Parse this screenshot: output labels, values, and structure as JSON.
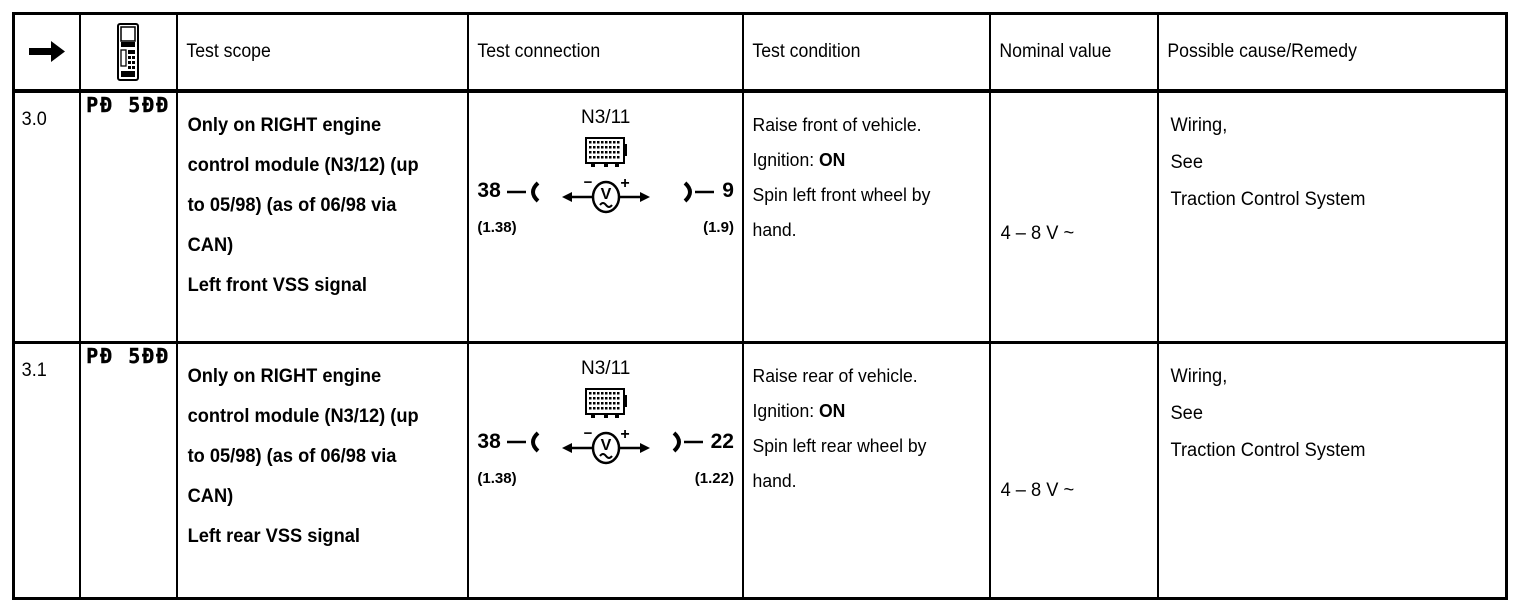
{
  "table": {
    "headers": [
      {
        "type": "icon",
        "icon": "right-arrow-icon",
        "label": "⇒"
      },
      {
        "type": "icon",
        "icon": "scan-tool-icon",
        "label": ""
      },
      {
        "type": "text",
        "label": "Test scope"
      },
      {
        "type": "text",
        "label": "Test connection"
      },
      {
        "type": "text",
        "label": "Test condition"
      },
      {
        "type": "text",
        "label": "Nominal value"
      },
      {
        "type": "text",
        "label": "Possible cause/Remedy"
      }
    ],
    "rows": [
      {
        "step": "3.0",
        "fault_code": "PÐ 5ÐÐ",
        "fault_code_plain": "P0 500",
        "scope_lines": [
          "Only on RIGHT engine",
          "control module (N3/12) (up",
          "to 05/98) (as of 06/98 via",
          "CAN)",
          "Left front VSS signal"
        ],
        "connection": {
          "module_label": "N3/11",
          "module_icon": "connector-module-icon",
          "meter_icon": "ac-voltmeter-icon",
          "meter_symbol": "V",
          "meter_ac_mark": "~",
          "polarity_left": "−",
          "polarity_right": "+",
          "pin_left": "38",
          "pin_left_ref": "(1.38)",
          "pin_right": "9",
          "pin_right_ref": "(1.9)"
        },
        "condition_lines": [
          {
            "text": "Raise front of vehicle.",
            "bold_suffix": ""
          },
          {
            "text": "Ignition: ",
            "bold_suffix": "ON"
          },
          {
            "text": "Spin left front wheel by",
            "bold_suffix": ""
          },
          {
            "text": "hand.",
            "bold_suffix": ""
          }
        ],
        "nominal_value": "4 – 8 V ~",
        "remedy_lines": [
          "Wiring,",
          "See",
          "Traction Control System"
        ]
      },
      {
        "step": "3.1",
        "fault_code": "PÐ 5ÐÐ",
        "fault_code_plain": "P0 500",
        "scope_lines": [
          "Only on RIGHT engine",
          "control module (N3/12) (up",
          "to 05/98) (as of 06/98 via",
          "CAN)",
          "Left rear VSS signal"
        ],
        "connection": {
          "module_label": "N3/11",
          "module_icon": "connector-module-icon",
          "meter_icon": "ac-voltmeter-icon",
          "meter_symbol": "V",
          "meter_ac_mark": "~",
          "polarity_left": "−",
          "polarity_right": "+",
          "pin_left": "38",
          "pin_left_ref": "(1.38)",
          "pin_right": "22",
          "pin_right_ref": "(1.22)"
        },
        "condition_lines": [
          {
            "text": "Raise rear of vehicle.",
            "bold_suffix": ""
          },
          {
            "text": "Ignition: ",
            "bold_suffix": "ON"
          },
          {
            "text": "Spin left rear wheel by",
            "bold_suffix": ""
          },
          {
            "text": "hand.",
            "bold_suffix": ""
          }
        ],
        "nominal_value": "4 – 8 V ~",
        "remedy_lines": [
          "Wiring,",
          "See",
          "Traction Control System"
        ]
      }
    ]
  },
  "colors": {
    "ink": "#000000",
    "paper": "#ffffff"
  }
}
